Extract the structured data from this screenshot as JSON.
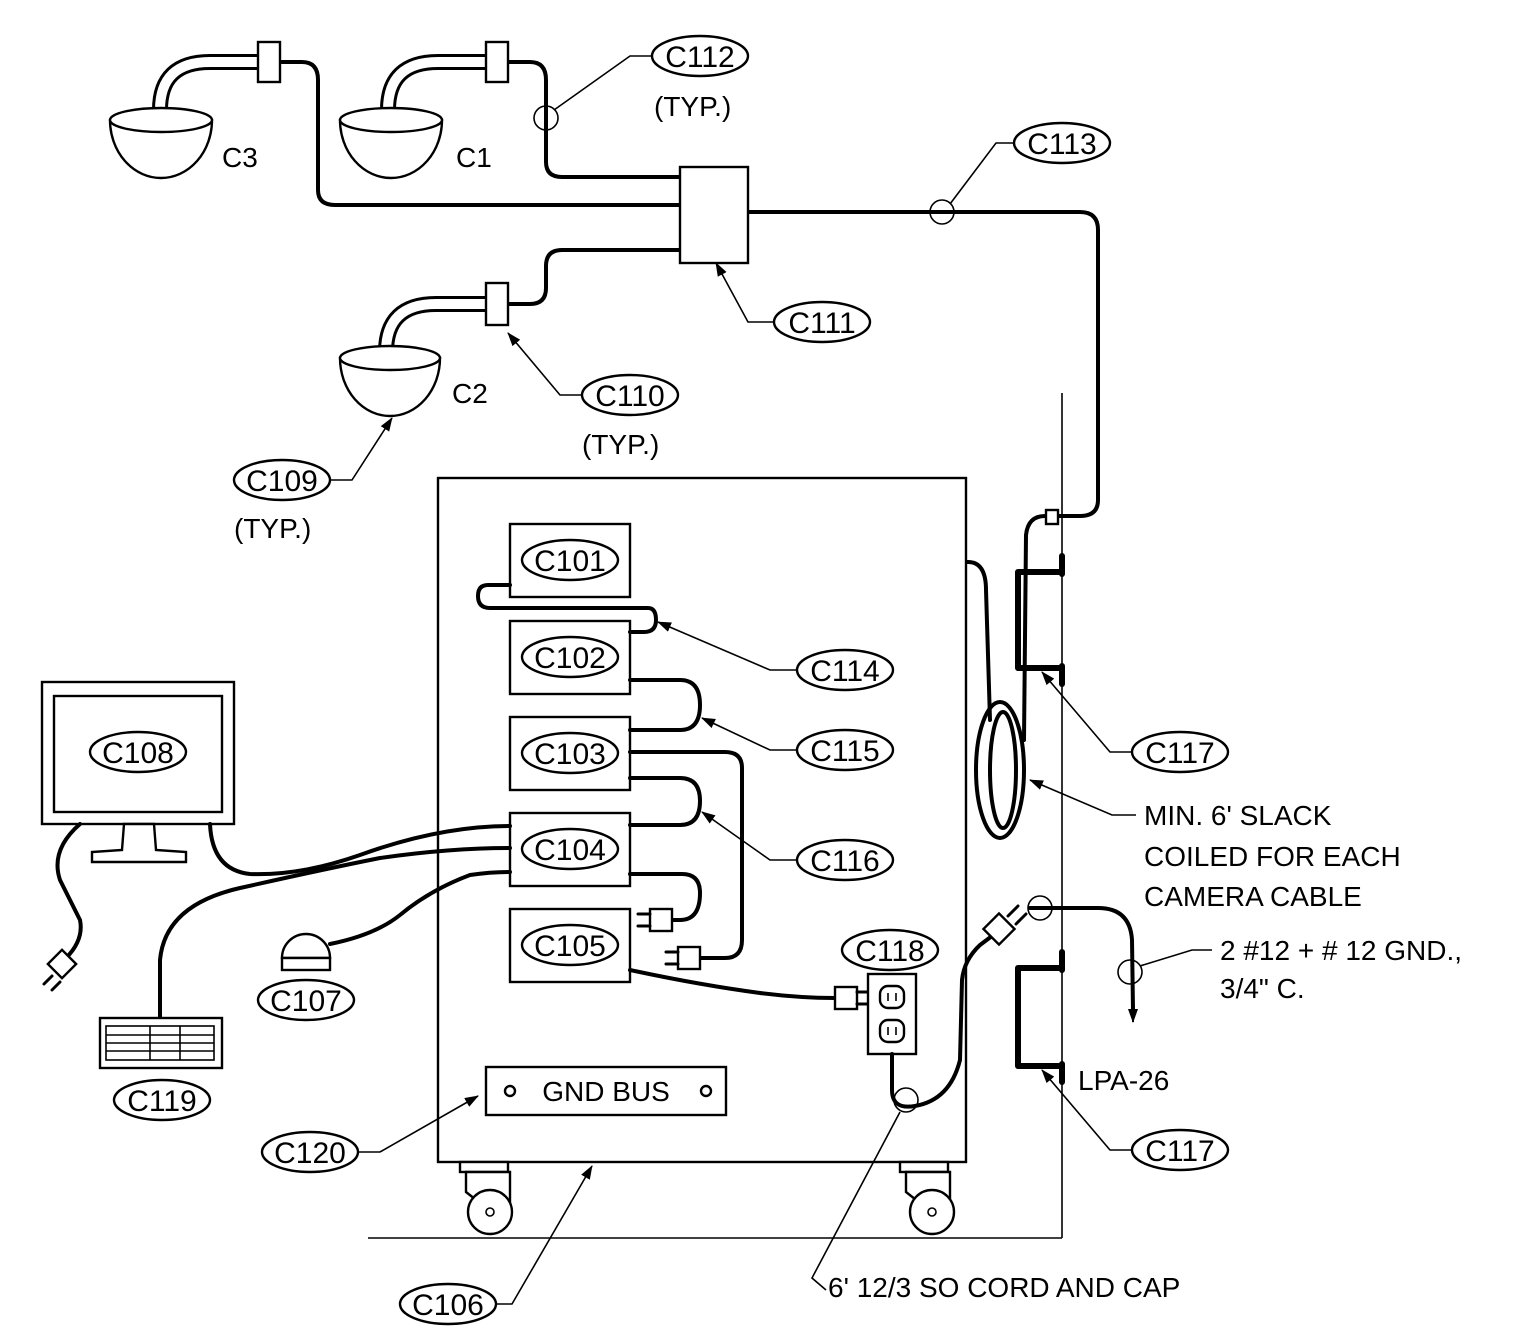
{
  "cameras": {
    "c1": "C1",
    "c2": "C2",
    "c3": "C3"
  },
  "callouts": {
    "c101": "C101",
    "c102": "C102",
    "c103": "C103",
    "c104": "C104",
    "c105": "C105",
    "c106": "C106",
    "c107": "C107",
    "c108": "C108",
    "c109": "C109",
    "c110": "C110",
    "c111": "C111",
    "c112": "C112",
    "c113": "C113",
    "c114": "C114",
    "c115": "C115",
    "c116": "C116",
    "c117_upper": "C117",
    "c117_lower": "C117",
    "c118": "C118",
    "c119": "C119",
    "c120": "C120"
  },
  "typ": {
    "c109": "(TYP.)",
    "c110": "(TYP.)",
    "c112": "(TYP.)"
  },
  "notes": {
    "slack_line1": "MIN. 6' SLACK",
    "slack_line2": "COILED FOR EACH",
    "slack_line3": "CAMERA CABLE",
    "feeder_line1": "2 #12 + # 12 GND.,",
    "feeder_line2": "3/4\" C.",
    "panel": "LPA-26",
    "cord": "6' 12/3 SO CORD AND CAP",
    "gnd_bus": "GND BUS"
  }
}
